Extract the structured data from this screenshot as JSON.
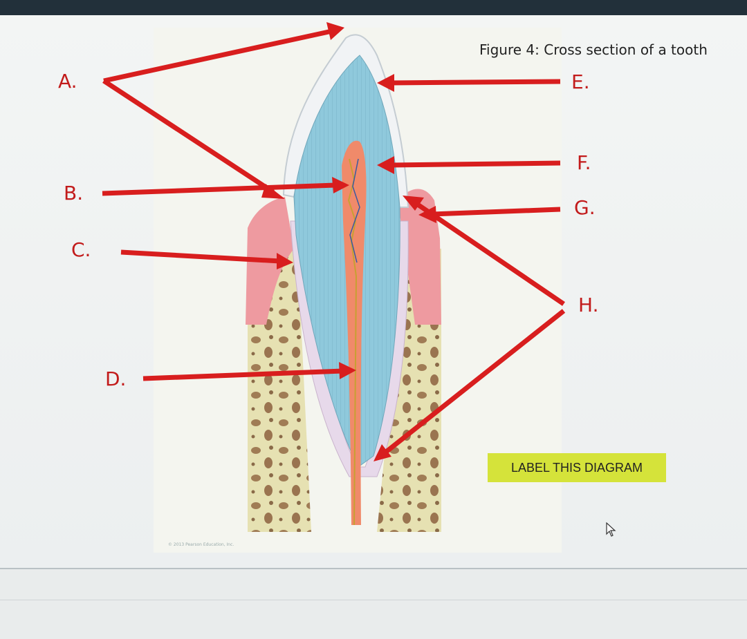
{
  "figure": {
    "title": "Figure 4: Cross section of a tooth",
    "copyright": "© 2013 Pearson Education, Inc."
  },
  "labels": {
    "A": "A.",
    "B": "B.",
    "C": "C.",
    "D": "D.",
    "E": "E.",
    "F": "F.",
    "G": "G.",
    "H": "H."
  },
  "cta": {
    "text": "LABEL THIS DIAGRAM"
  },
  "colors": {
    "arrow": "#d81e1e",
    "label": "#c21b1b",
    "dentin": "#8fc9dc",
    "pulp": "#f08a6a",
    "gum": "#ee9aa0",
    "bone": "#e8e2b4",
    "highlight": "#d5e33a"
  }
}
